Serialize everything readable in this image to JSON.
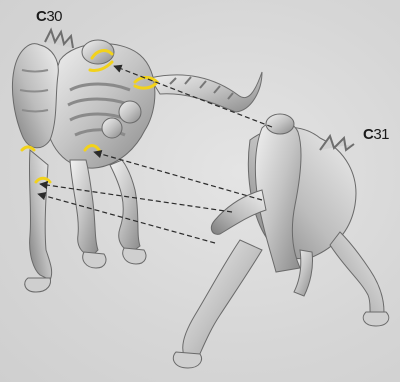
{
  "labels": {
    "part_a": {
      "prefix": "C",
      "number": "30"
    },
    "part_b": {
      "prefix": "C",
      "number": "31"
    }
  },
  "colors": {
    "background": "#d9d9d9",
    "model_light": "#e6e6e6",
    "model_mid": "#b8b8b8",
    "model_dark": "#7a7a7a",
    "glue_highlight": "#f2d21b",
    "arrow_line": "#2b2b2b",
    "label_text": "#1a1a1a"
  },
  "icons": {
    "part_a": "skeletal-horse-torso-model",
    "part_b": "skeletal-horse-hindquarters-model",
    "glue_marks": "glue-point-highlight",
    "assembly_arrows": "dashed-assembly-arrow"
  },
  "assembly": {
    "arrow_count": 4,
    "glue_mark_count": 5
  }
}
